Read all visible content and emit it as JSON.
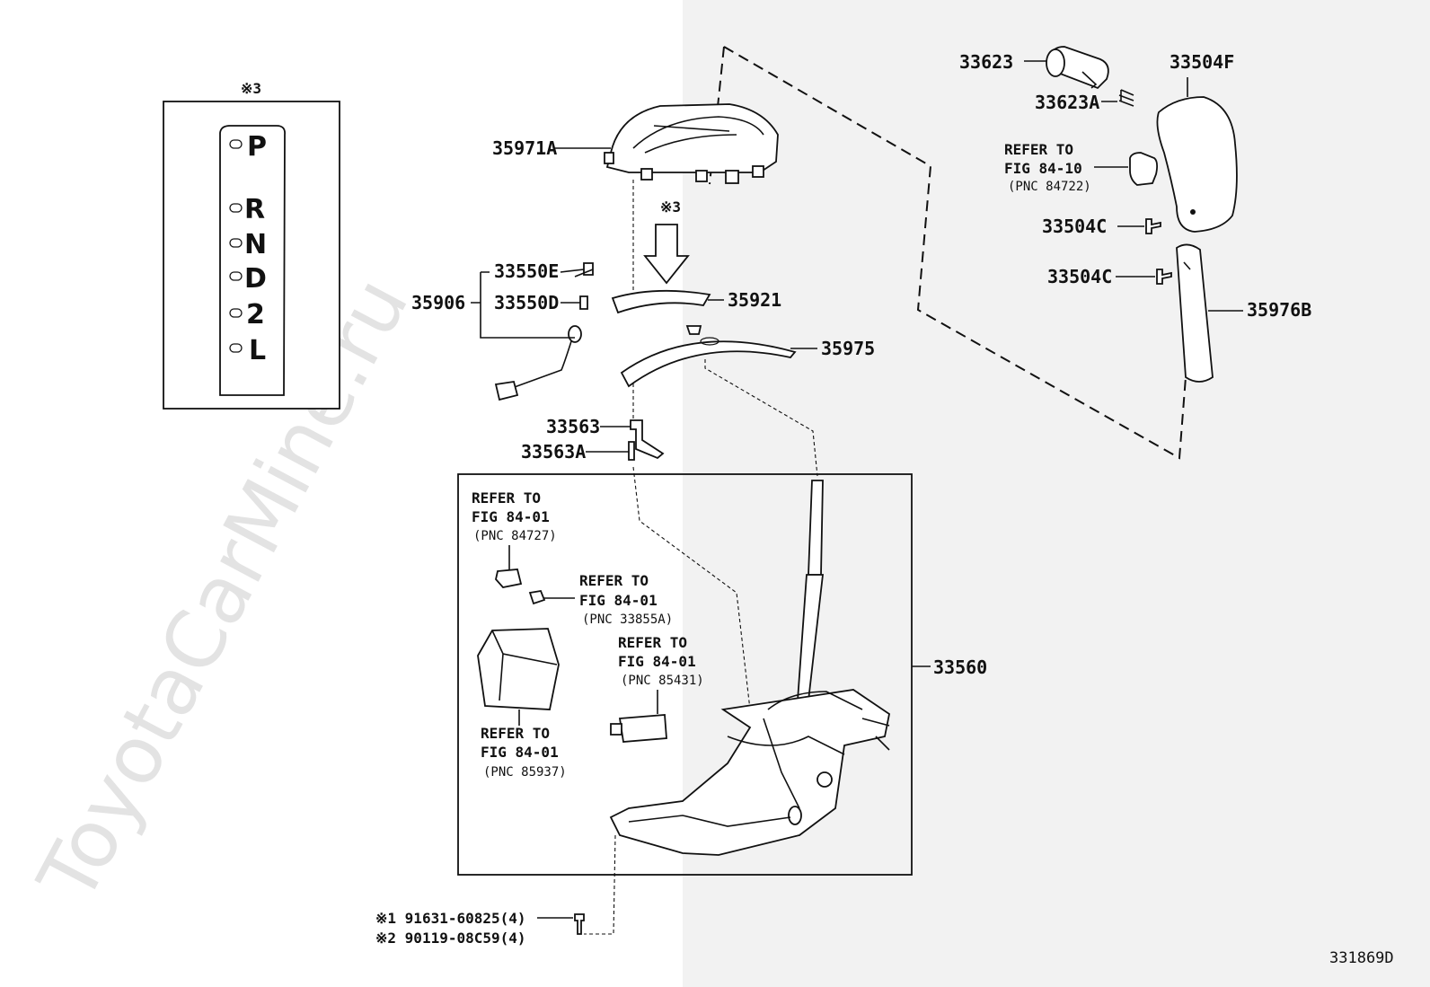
{
  "watermark": "ToyotaCarMine.ru",
  "diagram_id": "331869D",
  "indicator_panel": {
    "note": "※3",
    "gears": [
      "P",
      "R",
      "N",
      "D",
      "2",
      "L"
    ]
  },
  "callouts": {
    "c35971A": "35971A",
    "c33550E": "33550E",
    "c33550D": "33550D",
    "c35906": "35906",
    "c35921": "35921",
    "c35975": "35975",
    "c33563": "33563",
    "c33563A": "33563A",
    "c33560": "33560",
    "c33623": "33623",
    "c33623A": "33623A",
    "c33504F": "33504F",
    "c33504C_1": "33504C",
    "c33504C_2": "33504C",
    "c35976B": "35976B",
    "arrow_note": "※3"
  },
  "refs": {
    "r84722": {
      "line1": "REFER TO",
      "line2": "FIG 84-10",
      "pnc": "(PNC 84722)"
    },
    "r84727": {
      "line1": "REFER TO",
      "line2": "FIG 84-01",
      "pnc": "(PNC 84727)"
    },
    "r33855A": {
      "line1": "REFER TO",
      "line2": "FIG 84-01",
      "pnc": "(PNC 33855A)"
    },
    "r85431": {
      "line1": "REFER TO",
      "line2": "FIG 84-01",
      "pnc": "(PNC 85431)"
    },
    "r85937": {
      "line1": "REFER TO",
      "line2": "FIG 84-01",
      "pnc": "(PNC 85937)"
    }
  },
  "bolts": {
    "b1": "※1 91631-60825(4)",
    "b2": "※2 90119-08C59(4)"
  }
}
